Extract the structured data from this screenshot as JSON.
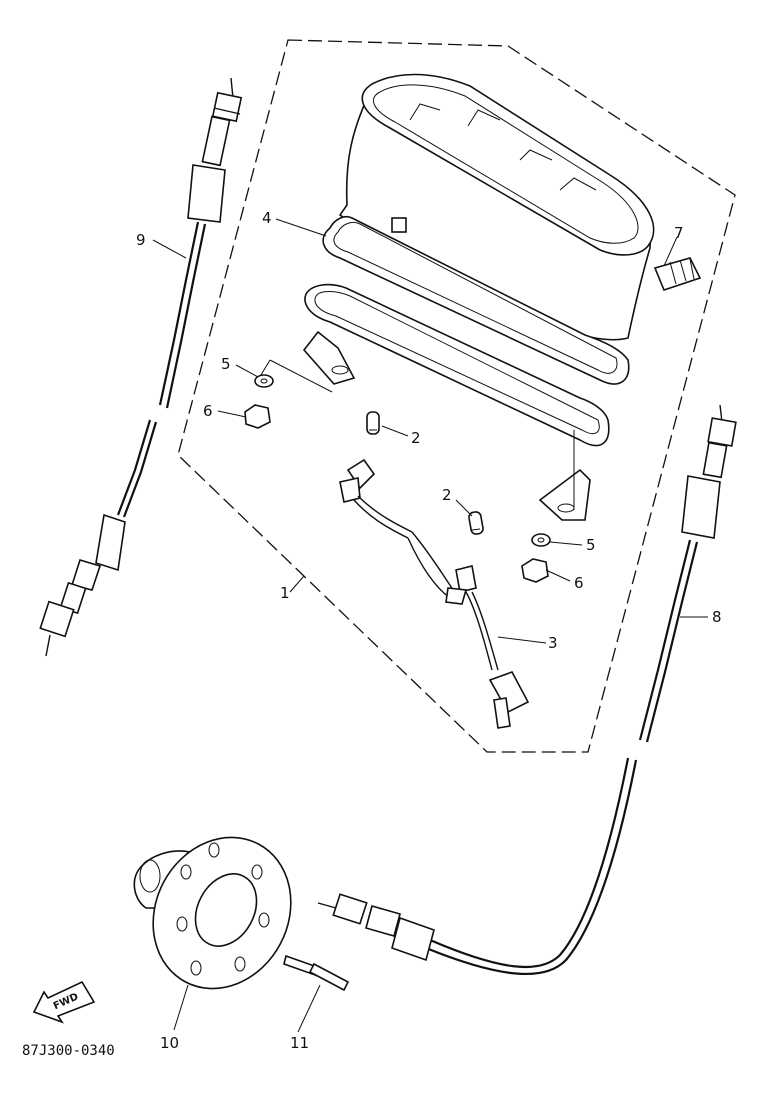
{
  "diagram": {
    "figure_code": "87J300-0340",
    "fwd_label": "FWD",
    "callouts": {
      "c1": "1",
      "c2a": "2",
      "c2b": "2",
      "c3": "3",
      "c4": "4",
      "c5a": "5",
      "c5b": "5",
      "c6a": "6",
      "c6b": "6",
      "c7": "7",
      "c8": "8",
      "c9": "9",
      "c10": "10",
      "c11": "11"
    }
  }
}
